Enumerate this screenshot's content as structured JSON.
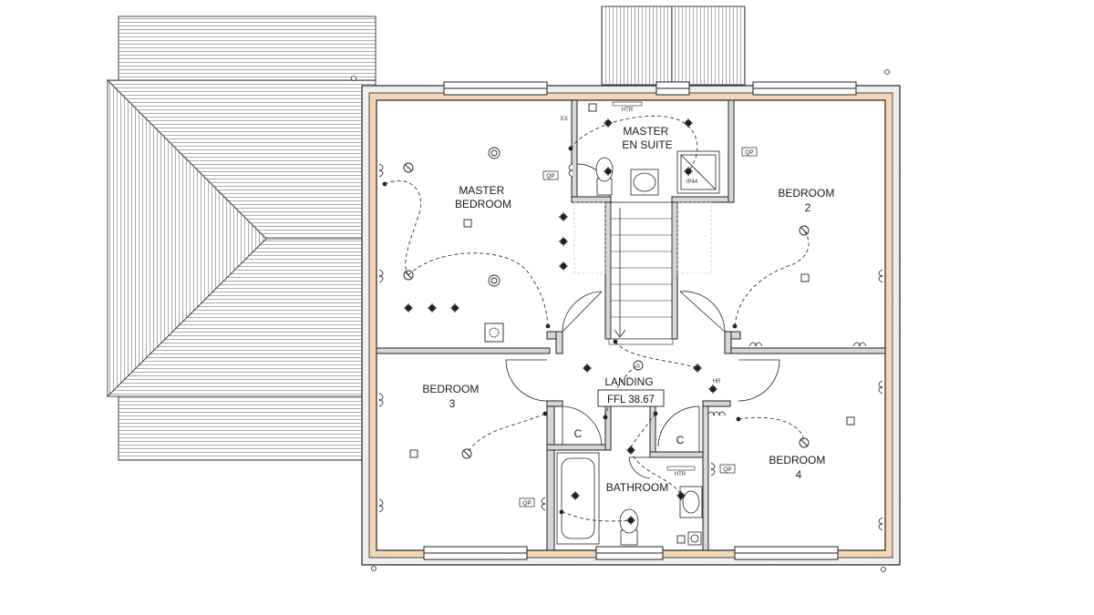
{
  "rooms": {
    "master_bedroom": [
      "MASTER",
      "BEDROOM"
    ],
    "master_en_suite": [
      "MASTER",
      "EN SUITE"
    ],
    "bedroom_2": [
      "BEDROOM",
      "2"
    ],
    "bedroom_3": [
      "BEDROOM",
      "3"
    ],
    "bedroom_4": [
      "BEDROOM",
      "4"
    ],
    "landing": "LANDING",
    "bathroom": "BATHROOM",
    "cupboard_left": "C",
    "cupboard_right": "C"
  },
  "level_tag": "FFL 38.67",
  "smoke_detector": "S",
  "tags": {
    "qp": "QP",
    "heater": "HTR",
    "extractor": "EX",
    "shower": "IP44",
    "heater_rail": "HR"
  },
  "colors": {
    "wall_fill": "#d6d6d6",
    "insulation": "#f3d7b4",
    "roof_lines": "#666666"
  }
}
